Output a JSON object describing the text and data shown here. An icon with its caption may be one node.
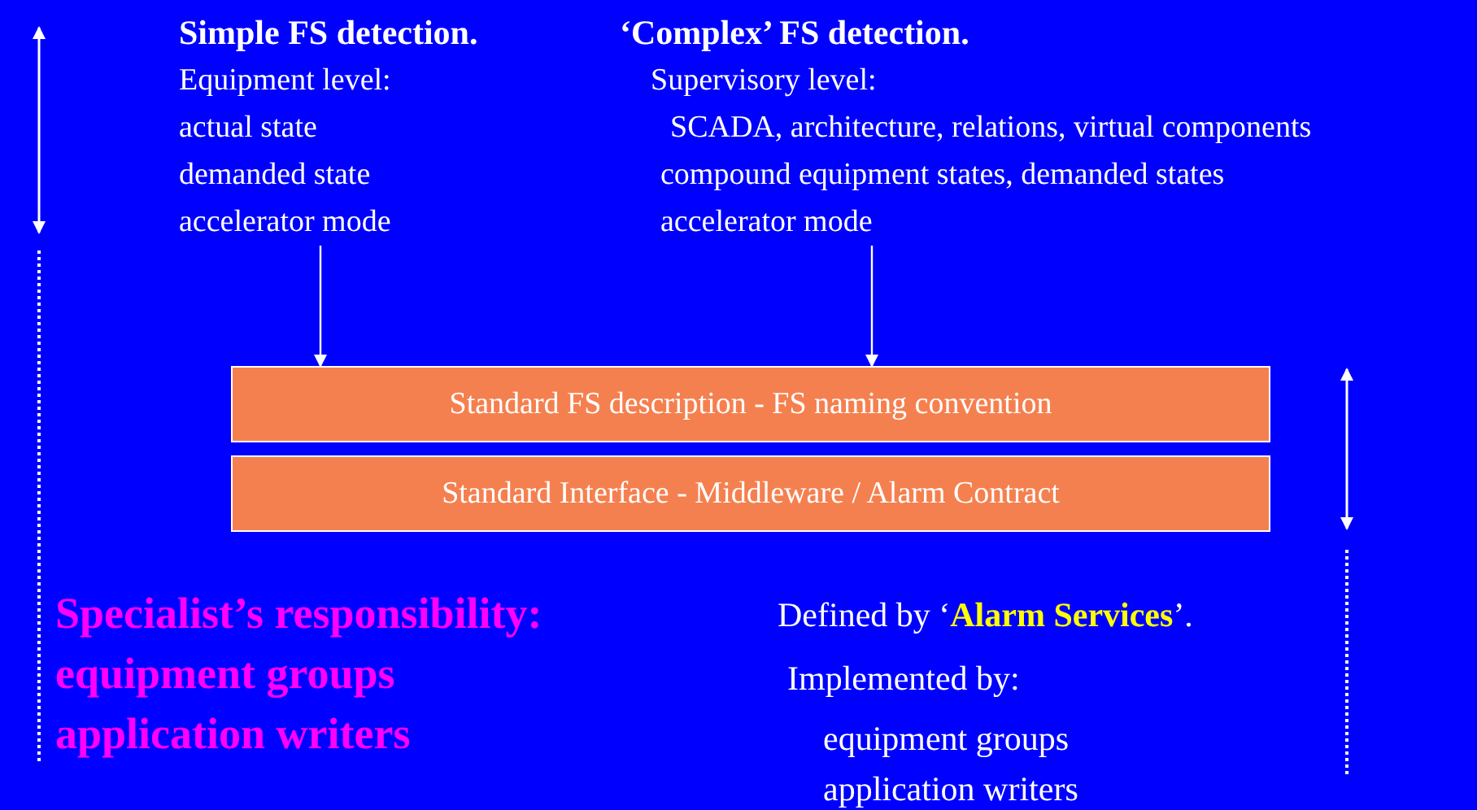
{
  "diagram": {
    "nodes": [
      {
        "text": [
          "Simple FS detection.",
          "Equipment level:",
          "actual state",
          "demanded state",
          "accelerator mode"
        ]
      },
      {
        "text": [
          "‘Complex’ FS detection.",
          "Supervisory level:",
          "SCADA, architecture, relations, virtual components",
          "compound equipment states, demanded states",
          "accelerator mode"
        ]
      },
      {
        "text": [
          "Standard FS description - FS naming convention"
        ]
      },
      {
        "text": [
          "Standard Interface  - Middleware / Alarm Contract"
        ]
      }
    ],
    "edges": [
      {
        "from": 0,
        "to": 2,
        "arrow": "to"
      },
      {
        "from": 1,
        "to": 2,
        "arrow": "to"
      }
    ],
    "labels": [
      "Specialist’s responsibility:",
      "equipment groups",
      "application writers",
      "Defined by ‘**Alarm Services**’.",
      "Implemented by:",
      "equipment groups",
      "application writers"
    ]
  }
}
